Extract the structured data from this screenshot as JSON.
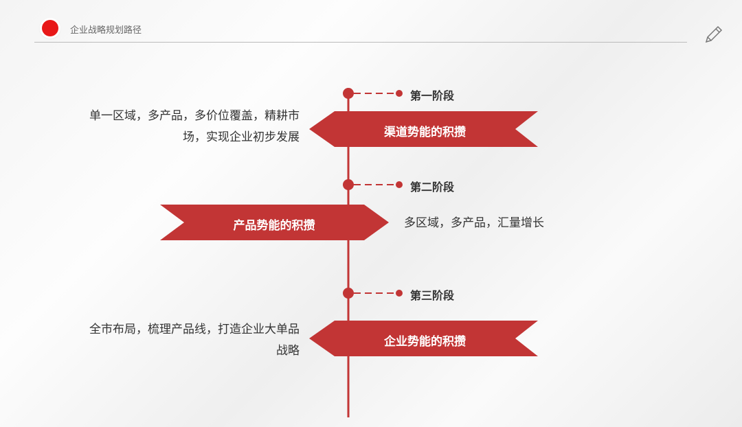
{
  "header": {
    "title": "企业战略规划路径"
  },
  "colors": {
    "accent": "#c23535",
    "dot": "#e81818"
  },
  "stages": [
    {
      "label": "第一阶段",
      "banner": "渠道势能的积攒",
      "desc": "单一区域，多产品，多价位覆盖，精耕市场，实现企业初步发展"
    },
    {
      "label": "第二阶段",
      "banner": "产品势能的积攒",
      "desc": "多区域，多产品，汇量增长"
    },
    {
      "label": "第三阶段",
      "banner": "企业势能的积攒",
      "desc": "全市布局，梳理产品线，打造企业大单品战略"
    }
  ]
}
